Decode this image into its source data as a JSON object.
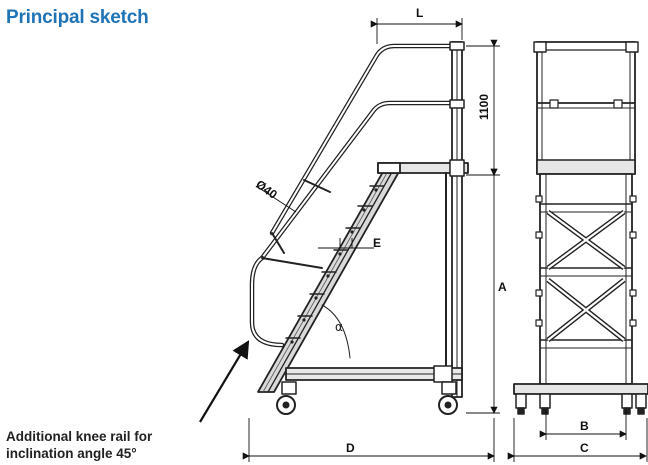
{
  "title": "Principal sketch",
  "caption": {
    "line1": "Additional knee rail for",
    "line2": "inclination angle 45°"
  },
  "dimensions": {
    "L": "L",
    "height_1100": "1100",
    "diameter": "Ø40",
    "E": "E",
    "A": "A",
    "alpha": "α",
    "D": "D",
    "B": "B",
    "C": "C"
  }
}
